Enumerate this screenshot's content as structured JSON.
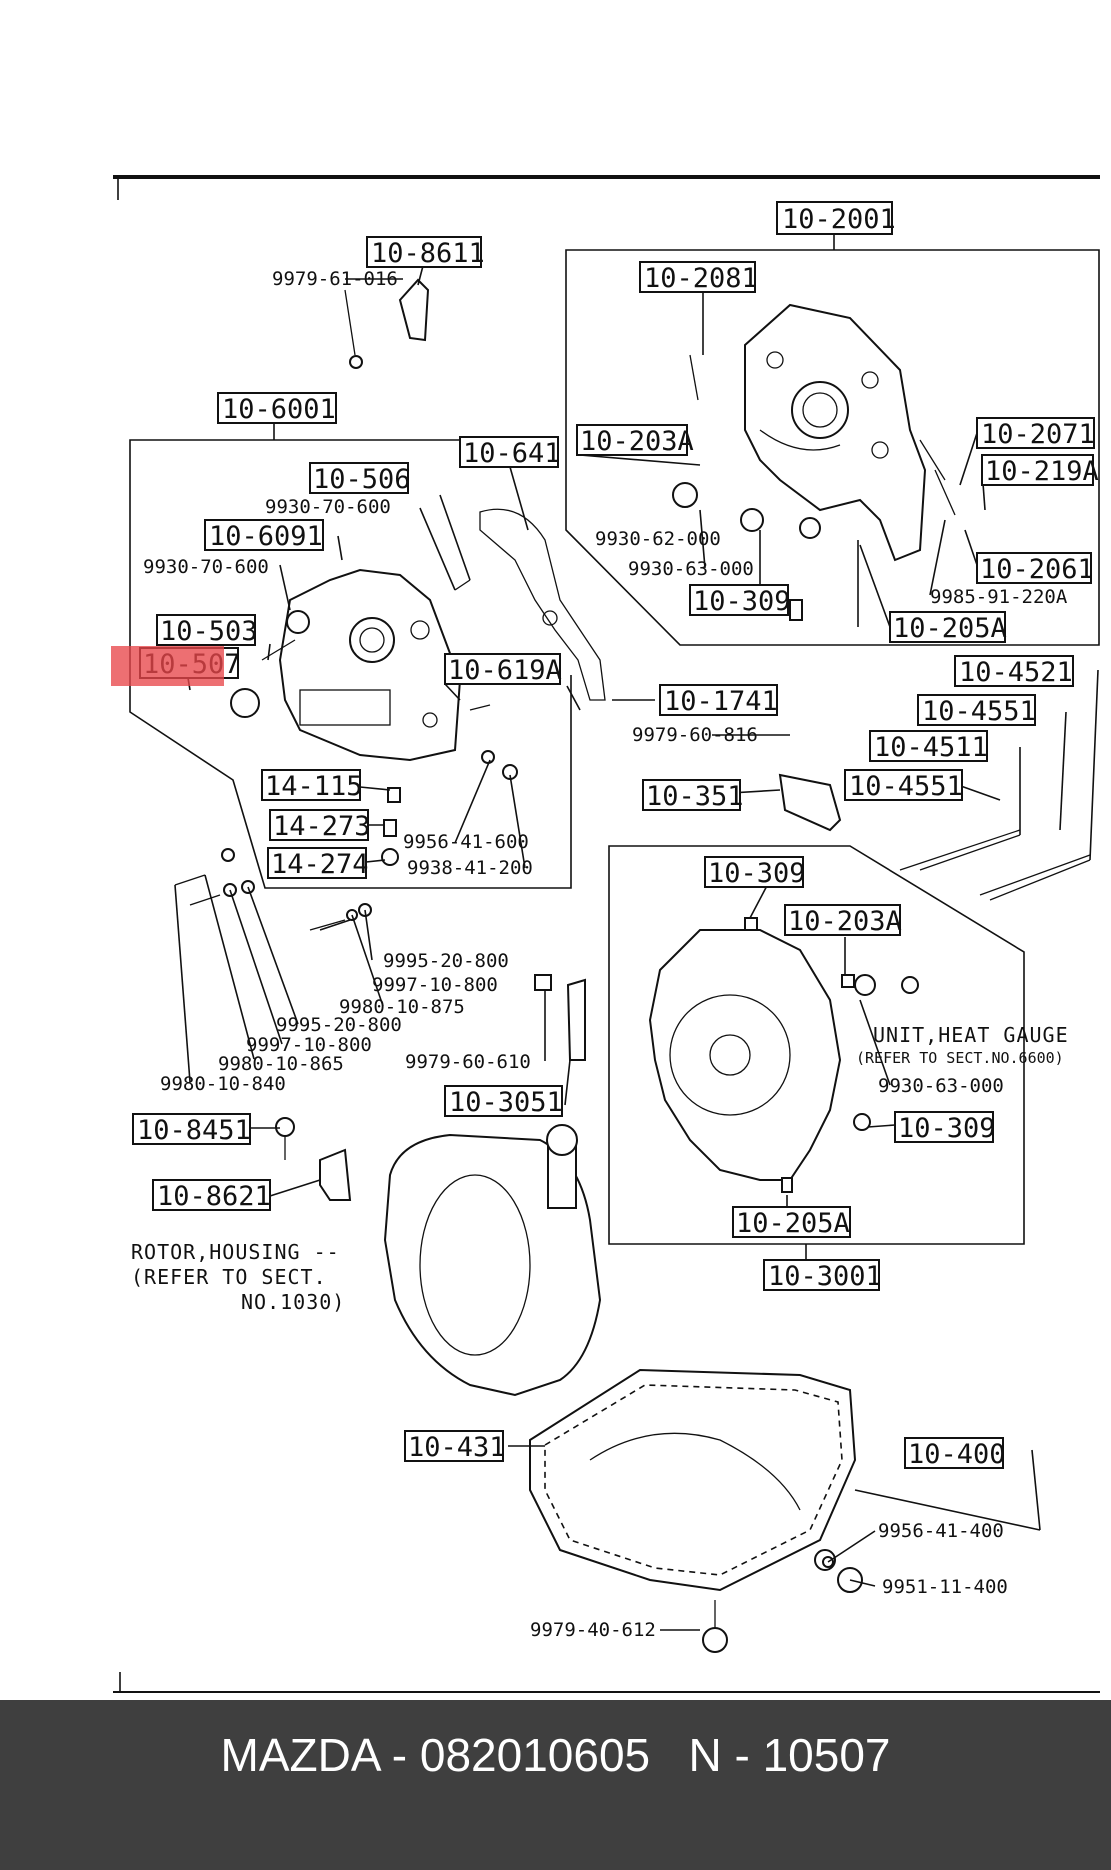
{
  "caption": {
    "brand": "MAZDA",
    "part_number": "082010605",
    "ref": "N - 10507",
    "separator": " - ",
    "gap": "   "
  },
  "highlight_color": "#e8474a",
  "group_labels": {
    "g10_2001": "10-2001",
    "g10_6001": "10-6001",
    "g10_3001": "10-3001"
  },
  "callouts": [
    {
      "id": "c10_8611",
      "text": "10-8611"
    },
    {
      "id": "c10_2081",
      "text": "10-2081"
    },
    {
      "id": "c10_203A_top",
      "text": "10-203A"
    },
    {
      "id": "c10_2071",
      "text": "10-2071"
    },
    {
      "id": "c10_219A",
      "text": "10-219A"
    },
    {
      "id": "c10_2061",
      "text": "10-2061"
    },
    {
      "id": "c10_309_top",
      "text": "10-309"
    },
    {
      "id": "c10_205A_top",
      "text": "10-205A"
    },
    {
      "id": "c10_641",
      "text": "10-641"
    },
    {
      "id": "c10_506",
      "text": "10-506"
    },
    {
      "id": "c10_6091",
      "text": "10-6091"
    },
    {
      "id": "c10_503",
      "text": "10-503"
    },
    {
      "id": "c10_507",
      "text": "10-507"
    },
    {
      "id": "c10_619A",
      "text": "10-619A"
    },
    {
      "id": "c10_1741",
      "text": "10-1741"
    },
    {
      "id": "c10_4521",
      "text": "10-4521"
    },
    {
      "id": "c10_4551a",
      "text": "10-4551"
    },
    {
      "id": "c10_4511",
      "text": "10-4511"
    },
    {
      "id": "c10_4551b",
      "text": "10-4551"
    },
    {
      "id": "c10_351",
      "text": "10-351"
    },
    {
      "id": "c14_115",
      "text": "14-115"
    },
    {
      "id": "c14_273",
      "text": "14-273"
    },
    {
      "id": "c14_274",
      "text": "14-274"
    },
    {
      "id": "c10_309_mid",
      "text": "10-309"
    },
    {
      "id": "c10_203A_mid",
      "text": "10-203A"
    },
    {
      "id": "c10_309_low",
      "text": "10-309"
    },
    {
      "id": "c10_205A_low",
      "text": "10-205A"
    },
    {
      "id": "c10_3051",
      "text": "10-3051"
    },
    {
      "id": "c10_8451",
      "text": "10-8451"
    },
    {
      "id": "c10_8621",
      "text": "10-8621"
    },
    {
      "id": "c10_431",
      "text": "10-431"
    },
    {
      "id": "c10_400",
      "text": "10-400"
    }
  ],
  "part_numbers": [
    {
      "id": "p9979_61_016",
      "text": "9979-61-016"
    },
    {
      "id": "p9930_70_600a",
      "text": "9930-70-600"
    },
    {
      "id": "p9930_70_600b",
      "text": "9930-70-600"
    },
    {
      "id": "p9930_62_000",
      "text": "9930-62-000"
    },
    {
      "id": "p9930_63_000a",
      "text": "9930-63-000"
    },
    {
      "id": "p9985_91_220A",
      "text": "9985-91-220A"
    },
    {
      "id": "p9979_60_816",
      "text": "9979-60-816"
    },
    {
      "id": "p9956_41_600",
      "text": "9956-41-600"
    },
    {
      "id": "p9938_41_200",
      "text": "9938-41-200"
    },
    {
      "id": "p9995_20_800a",
      "text": "9995-20-800"
    },
    {
      "id": "p9997_10_800a",
      "text": "9997-10-800"
    },
    {
      "id": "p9980_10_875",
      "text": "9980-10-875"
    },
    {
      "id": "p9995_20_800b",
      "text": "9995-20-800"
    },
    {
      "id": "p9997_10_800b",
      "text": "9997-10-800"
    },
    {
      "id": "p9980_10_865",
      "text": "9980-10-865"
    },
    {
      "id": "p9980_10_840",
      "text": "9980-10-840"
    },
    {
      "id": "p9979_60_610",
      "text": "9979-60-610"
    },
    {
      "id": "p9930_63_000b",
      "text": "9930-63-000"
    },
    {
      "id": "p9956_41_400",
      "text": "9956-41-400"
    },
    {
      "id": "p9951_11_400",
      "text": "9951-11-400"
    },
    {
      "id": "p9979_40_612",
      "text": "9979-40-612"
    }
  ],
  "notes": {
    "heat_gauge": "UNIT,HEAT GAUGE",
    "heat_gauge_ref": "(REFER TO SECT.NO.6600)",
    "rotor_line1": "ROTOR,HOUSING --",
    "rotor_line2": "(REFER  TO SECT.",
    "rotor_line3": "NO.1030)"
  }
}
